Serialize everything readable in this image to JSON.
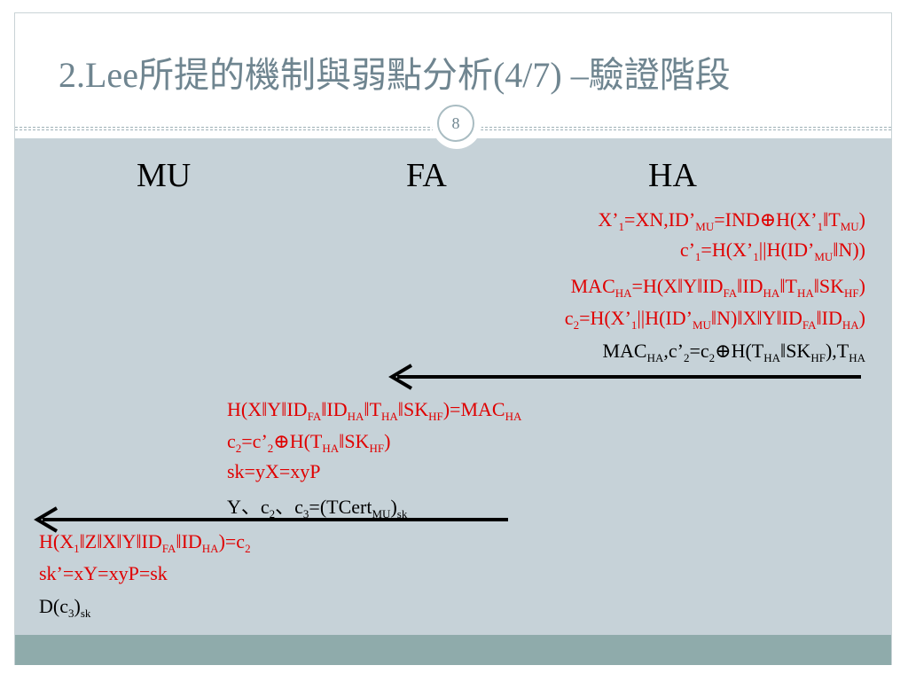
{
  "slide": {
    "title": "2.Lee所提的機制與弱點分析(4/7) –驗證階段",
    "page_number": "8",
    "colors": {
      "title": "#6f8590",
      "content_bg": "#c6d2d8",
      "footer": "#8fabab",
      "red_text": "#e00000"
    }
  },
  "parties": {
    "mu": "MU",
    "fa": "FA",
    "ha": "HA"
  },
  "ha_block": {
    "l1": [
      "X’",
      "1",
      "=XN,ID’",
      "MU",
      "=IND⊕H(X’",
      "1",
      "‖T",
      "MU",
      ")"
    ],
    "l2": [
      "c’",
      "1",
      "=H(X’",
      "1",
      "||H(ID’",
      "MU",
      "‖N))"
    ],
    "l3": [
      "MAC",
      "HA",
      "=H(X‖Y‖ID",
      "FA",
      "‖ID",
      "HA",
      "‖T",
      "HA",
      "‖SK",
      "HF",
      ")"
    ],
    "l4": [
      "c",
      "2",
      "=H(X’",
      "1",
      "||H(ID’",
      "MU",
      "‖N)‖X‖Y‖ID",
      "FA",
      "‖ID",
      "HA",
      ")"
    ],
    "l5": [
      "MAC",
      "HA",
      ",c’",
      "2",
      "=c",
      "2",
      "⊕H(T",
      "HA",
      "‖SK",
      "HF",
      "),T",
      "HA"
    ]
  },
  "fa_block": {
    "l1": [
      "H(X‖Y‖ID",
      "FA",
      "‖ID",
      "HA",
      "‖T",
      "HA",
      "‖SK",
      "HF",
      ")=MAC",
      "HA"
    ],
    "l2": [
      "c",
      "2",
      "=c’",
      "2",
      "⊕H(T",
      "HA",
      "‖SK",
      "HF",
      ")"
    ],
    "l3": "sk=yX=xyP",
    "l4": [
      "Y、c",
      "2",
      "、c",
      "3",
      "=(TCert",
      "MU",
      ")",
      "sk"
    ]
  },
  "mu_block": {
    "l1": [
      "H(X",
      "1",
      "‖Z‖X‖Y‖ID",
      "FA",
      "‖ID",
      "HA",
      ")=c",
      "2"
    ],
    "l2": "sk’=xY=xyP=sk",
    "l3": [
      "D(c",
      "3",
      ")",
      "sk"
    ]
  }
}
